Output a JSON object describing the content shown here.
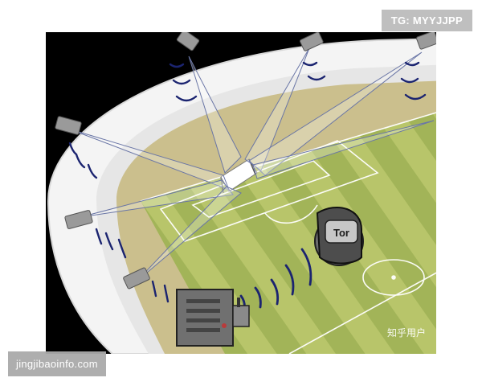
{
  "watermarks": {
    "top_right": "TG: MYYJJPP",
    "bottom_left": "jingjibaoinfo.com",
    "bottom_right": "知乎用户"
  },
  "ball_label": "Tor",
  "colors": {
    "frame_bg": "#000000",
    "stadium_ring": "#f2f2f2",
    "pitch_light": "#b8c56a",
    "pitch_dark": "#9fb253",
    "sand": "#cbbf8d",
    "signal_arcs": "#1b2470",
    "camera_rays": "#5a6aa0"
  },
  "icons": [
    "camera-icon",
    "signal-wave-icon",
    "server-icon",
    "ball-sensor-icon"
  ]
}
